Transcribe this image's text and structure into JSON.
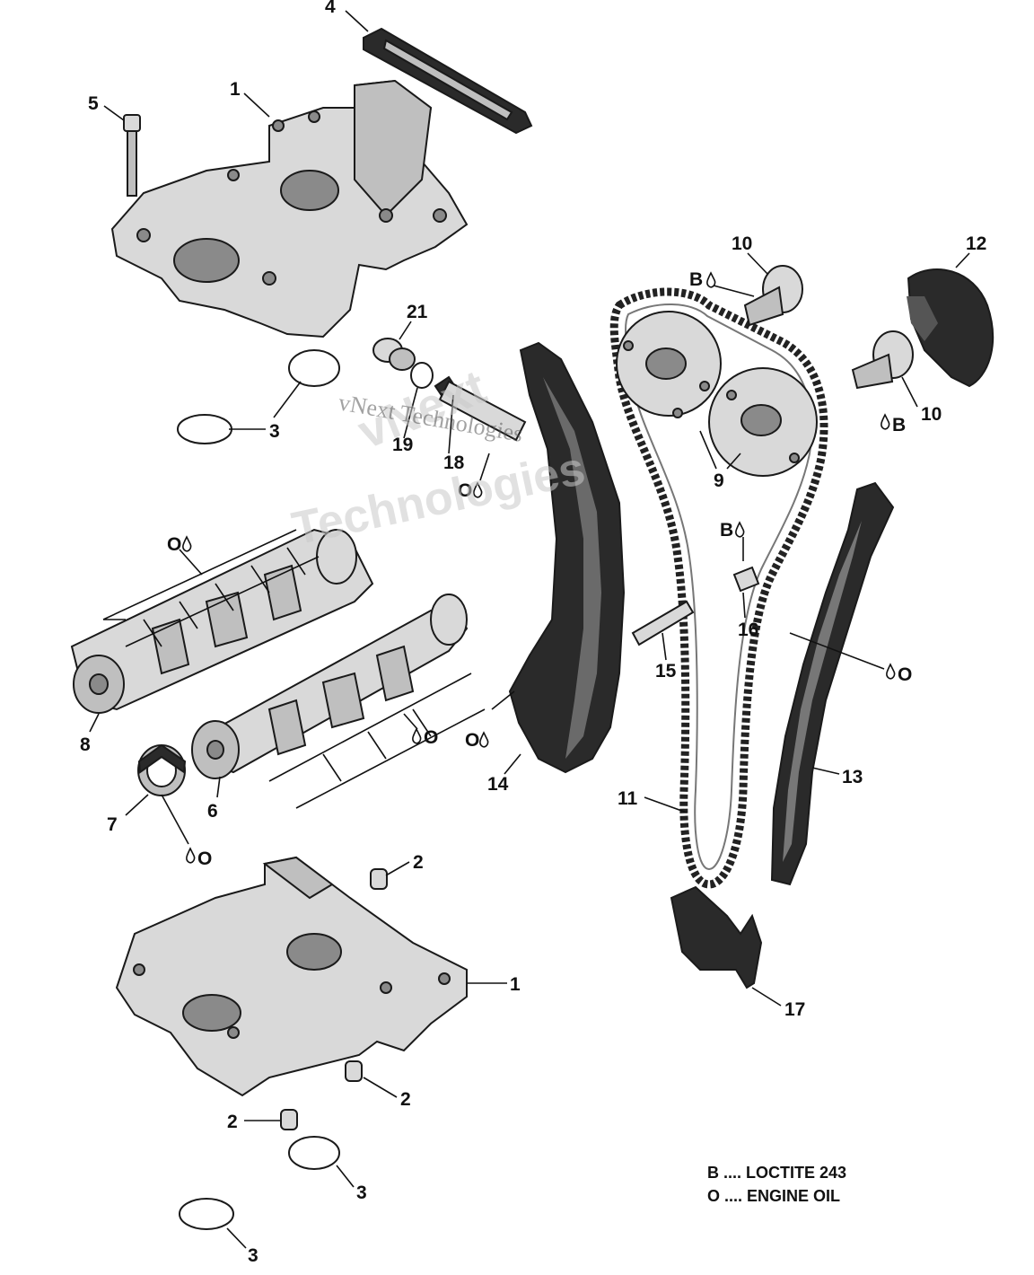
{
  "diagram": {
    "callouts": [
      {
        "id": "c4",
        "label": "4"
      },
      {
        "id": "c1a",
        "label": "1"
      },
      {
        "id": "c5",
        "label": "5"
      },
      {
        "id": "c21",
        "label": "21"
      },
      {
        "id": "c10a",
        "label": "10"
      },
      {
        "id": "c12",
        "label": "12"
      },
      {
        "id": "c10b",
        "label": "10"
      },
      {
        "id": "c3a",
        "label": "3"
      },
      {
        "id": "c19",
        "label": "19"
      },
      {
        "id": "c18",
        "label": "18"
      },
      {
        "id": "c9",
        "label": "9"
      },
      {
        "id": "c16",
        "label": "16"
      },
      {
        "id": "c15",
        "label": "15"
      },
      {
        "id": "c8",
        "label": "8"
      },
      {
        "id": "c14",
        "label": "14"
      },
      {
        "id": "c11",
        "label": "11"
      },
      {
        "id": "c13",
        "label": "13"
      },
      {
        "id": "c7",
        "label": "7"
      },
      {
        "id": "c6",
        "label": "6"
      },
      {
        "id": "c2a",
        "label": "2"
      },
      {
        "id": "c1b",
        "label": "1"
      },
      {
        "id": "c17",
        "label": "17"
      },
      {
        "id": "c2b",
        "label": "2"
      },
      {
        "id": "c2c",
        "label": "2"
      },
      {
        "id": "c3b",
        "label": "3"
      },
      {
        "id": "c3c",
        "label": "3"
      }
    ],
    "markers": [
      {
        "id": "mB1",
        "label": "B"
      },
      {
        "id": "mB2",
        "label": "B"
      },
      {
        "id": "mB3",
        "label": "B"
      },
      {
        "id": "mO1",
        "label": "O"
      },
      {
        "id": "mO2",
        "label": "O"
      },
      {
        "id": "mO3",
        "label": "O"
      },
      {
        "id": "mO4",
        "label": "O"
      },
      {
        "id": "mO5",
        "label": "O"
      },
      {
        "id": "mO6",
        "label": "O"
      }
    ],
    "legend": {
      "b": "B .... LOCTITE 243",
      "o": "O .... ENGINE OIL"
    },
    "watermark": {
      "line1": "vNext",
      "line2": "Technologies",
      "line3": "vNext Technologies"
    }
  }
}
